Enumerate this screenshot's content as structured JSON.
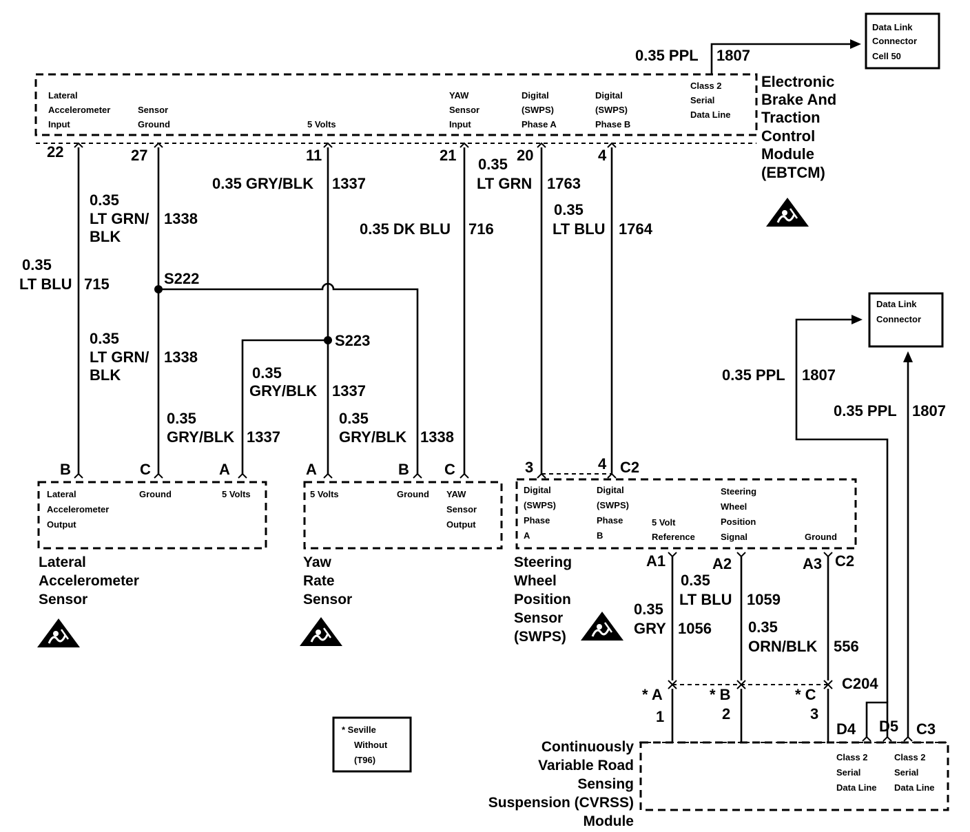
{
  "ebtcm": {
    "name_lines": [
      "Electronic",
      "Brake And",
      "Traction",
      "Control",
      "Module",
      "(EBTCM)"
    ],
    "pins": [
      {
        "label_lines": [
          "Lateral",
          "Accelerometer",
          "Input"
        ],
        "number": "22"
      },
      {
        "label_lines": [
          "Sensor",
          "Ground"
        ],
        "number": "27"
      },
      {
        "label_lines": [
          "5 Volts"
        ],
        "number": "11"
      },
      {
        "label_lines": [
          "YAW",
          "Sensor",
          "Input"
        ],
        "number": "21"
      },
      {
        "label_lines": [
          "Digital",
          "(SWPS)",
          "Phase A"
        ],
        "number": "20"
      },
      {
        "label_lines": [
          "Digital",
          "(SWPS)",
          "Phase B"
        ],
        "number": "4"
      },
      {
        "label_lines": [
          "Class 2",
          "Serial",
          "Data Line"
        ],
        "number": ""
      }
    ]
  },
  "dlc_top": {
    "lines": [
      "Data Link",
      "Connector",
      "Cell 50"
    ]
  },
  "dlc_right": {
    "lines": [
      "Data Link",
      "Connector"
    ]
  },
  "wires": [
    {
      "id": "w1807a",
      "lines": [
        "0.35 PPL",
        "1807"
      ]
    },
    {
      "id": "w715",
      "lines": [
        "0.35",
        "LT BLU",
        "715"
      ]
    },
    {
      "id": "w1338a",
      "lines": [
        "0.35",
        "LT GRN/",
        "BLK",
        "1338"
      ]
    },
    {
      "id": "w1338b",
      "lines": [
        "0.35",
        "LT GRN/",
        "BLK",
        "1338"
      ]
    },
    {
      "id": "w1337top",
      "lines": [
        "0.35 GRY/BLK",
        "1337"
      ]
    },
    {
      "id": "w1337mid",
      "lines": [
        "0.35",
        "GRY/BLK",
        "1337"
      ]
    },
    {
      "id": "w1337low",
      "lines": [
        "0.35",
        "GRY/BLK",
        "1337"
      ]
    },
    {
      "id": "w1338c",
      "lines": [
        "0.35",
        "GRY/BLK",
        "1338"
      ]
    },
    {
      "id": "w716",
      "lines": [
        "0.35 DK BLU",
        "716"
      ]
    },
    {
      "id": "w1763",
      "lines": [
        "0.35",
        "LT GRN",
        "1763"
      ]
    },
    {
      "id": "w1764",
      "lines": [
        "0.35",
        "LT BLU",
        "1764"
      ]
    },
    {
      "id": "w1807b",
      "lines": [
        "0.35 PPL",
        "1807"
      ]
    },
    {
      "id": "w1807c",
      "lines": [
        "0.35 PPL",
        "1807"
      ]
    },
    {
      "id": "w1056",
      "lines": [
        "0.35",
        "GRY",
        "1056"
      ]
    },
    {
      "id": "w1059",
      "lines": [
        "0.35",
        "LT BLU",
        "1059"
      ]
    },
    {
      "id": "w556",
      "lines": [
        "0.35",
        "ORN/BLK",
        "556"
      ]
    }
  ],
  "splices": {
    "s222": "S222",
    "s223": "S223"
  },
  "lateral_sensor": {
    "name_lines": [
      "Lateral",
      "Accelerometer",
      "Sensor"
    ],
    "pins": [
      {
        "letter": "B",
        "label_lines": [
          "Lateral",
          "Accelerometer",
          "Output"
        ]
      },
      {
        "letter": "C",
        "label_lines": [
          "Ground"
        ]
      },
      {
        "letter": "A",
        "label_lines": [
          "5 Volts"
        ]
      }
    ]
  },
  "yaw_sensor": {
    "name_lines": [
      "Yaw",
      "Rate",
      "Sensor"
    ],
    "pins": [
      {
        "letter": "A",
        "label_lines": [
          "5 Volts"
        ]
      },
      {
        "letter": "B",
        "label_lines": [
          "Ground"
        ]
      },
      {
        "letter": "C",
        "label_lines": [
          "YAW",
          "Sensor",
          "Output"
        ]
      }
    ]
  },
  "swps": {
    "name_lines": [
      "Steering",
      "Wheel",
      "Position",
      "Sensor",
      "(SWPS)"
    ],
    "connector_top": "C2",
    "connector_bottom": "C2",
    "top_pins": [
      {
        "number": "3",
        "label_lines": [
          "Digital",
          "(SWPS)",
          "Phase",
          "A"
        ]
      },
      {
        "number": "4",
        "label_lines": [
          "Digital",
          "(SWPS)",
          "Phase",
          "B"
        ]
      }
    ],
    "bottom_pins": [
      {
        "number": "A1",
        "label_lines": [
          "5 Volt",
          "Reference"
        ]
      },
      {
        "number": "A2",
        "label_lines": [
          "Steering",
          "Wheel",
          "Position",
          "Signal"
        ]
      },
      {
        "number": "A3",
        "label_lines": [
          "Ground"
        ]
      }
    ]
  },
  "c204": {
    "name": "C204",
    "pins": [
      {
        "letter": "* A",
        "number": "1"
      },
      {
        "letter": "* B",
        "number": "2"
      },
      {
        "letter": "* C",
        "number": "3"
      }
    ]
  },
  "cvrss": {
    "name_lines": [
      "Continuously",
      "Variable Road",
      "Sensing",
      "Suspension (CVRSS)",
      "Module"
    ],
    "pins": [
      {
        "number": "D4",
        "label_lines": [
          "Class 2",
          "Serial",
          "Data Line"
        ]
      },
      {
        "number": "D5",
        "label_lines": [
          "Class 2",
          "Serial",
          "Data Line"
        ]
      },
      {
        "number": "C3",
        "label_lines": []
      }
    ]
  },
  "note": {
    "lines": [
      "* Seville",
      "Without",
      "(T96)"
    ]
  },
  "colors": {
    "ink": "#000000",
    "paper": "#ffffff"
  },
  "icons": [
    "esd-sensitive-icon"
  ]
}
